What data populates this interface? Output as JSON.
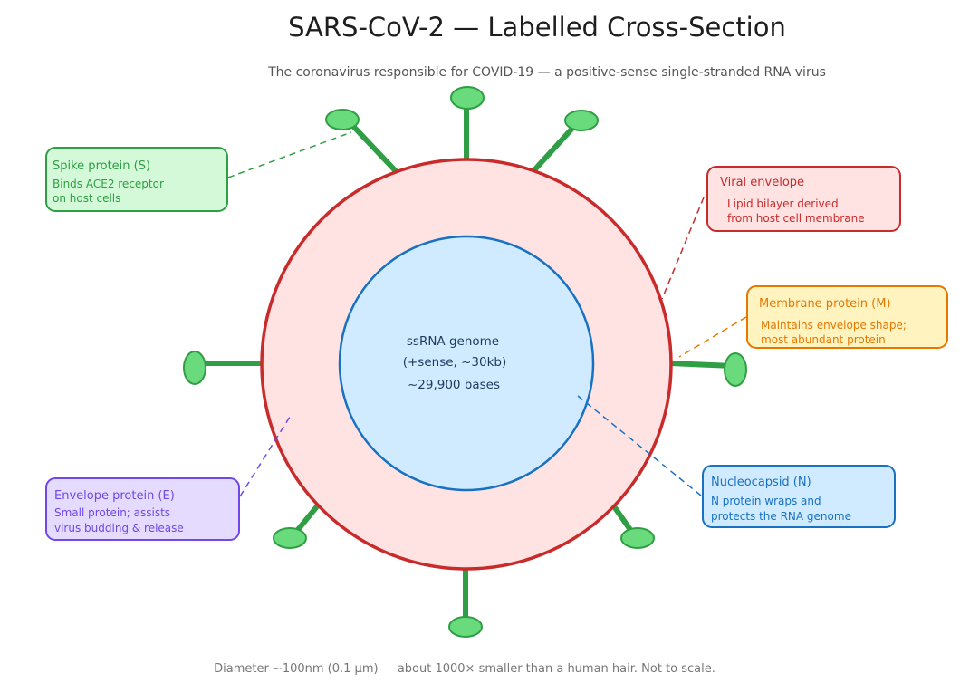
{
  "title": "SARS-CoV-2 — Labelled Cross-Section",
  "subtitle": "The coronavirus responsible for COVID-19 — a positive-sense single-stranded RNA virus",
  "footer": "Diameter ~100nm (0.1 µm) — about 1000× smaller than a human hair. Not to scale.",
  "core": {
    "line1": "ssRNA genome",
    "line2": "(+sense, ~30kb)",
    "line3": "~29,900 bases"
  },
  "labels": {
    "spike": {
      "title": "Spike protein (S)",
      "line1": "Binds ACE2 receptor",
      "line2": "on host cells",
      "color": "#2f9e44",
      "fill": "#d3f9d8"
    },
    "envelope": {
      "title": "Viral envelope",
      "line1": "Lipid bilayer derived",
      "line2": "from host cell membrane",
      "color": "#c92a2a",
      "fill": "#ffe3e3"
    },
    "membrane": {
      "title": "Membrane protein (M)",
      "line1": "Maintains envelope shape;",
      "line2": "most abundant protein",
      "color": "#e67700",
      "fill": "#fff3bf"
    },
    "nucleocapsid": {
      "title": "Nucleocapsid (N)",
      "line1": "N protein wraps and",
      "line2": "protects the RNA genome",
      "color": "#1971c2",
      "fill": "#d0ebff"
    },
    "eprotein": {
      "title": "Envelope protein (E)",
      "line1": "Small protein; assists",
      "line2": "virus budding & release",
      "color": "#7048e8",
      "fill": "#e5dbff"
    }
  },
  "colors": {
    "envelope_stroke": "#c92a2a",
    "envelope_fill": "#ffe3e3",
    "core_stroke": "#1971c2",
    "core_fill": "#d0ebff",
    "spike_stroke": "#2f9e44",
    "spike_head": "#69db7c"
  }
}
